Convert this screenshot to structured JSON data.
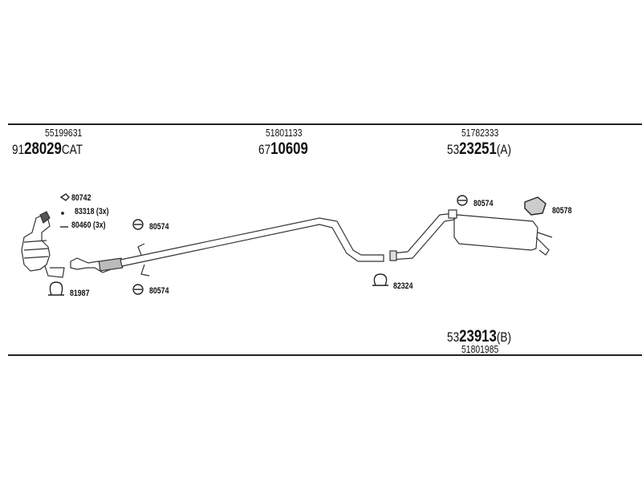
{
  "groups": {
    "front": {
      "ref": "55199631",
      "prefix": "91",
      "number": "28029",
      "suffix": "CAT"
    },
    "middle": {
      "ref": "51801133",
      "prefix": "67",
      "number": "10609",
      "suffix": ""
    },
    "rear_a": {
      "ref": "51782333",
      "prefix": "53",
      "number": "23251",
      "suffix": "(A)"
    },
    "rear_b": {
      "ref": "51801985",
      "prefix": "53",
      "number": "23913",
      "suffix": "(B)"
    }
  },
  "parts": [
    {
      "code": "80742",
      "icon": "gasket-icon"
    },
    {
      "code": "83318 (3x)",
      "icon": "bolt-icon"
    },
    {
      "code": "80460 (3x)",
      "icon": "stud-icon"
    },
    {
      "code": "80574",
      "icon": "rubber-mount-icon"
    },
    {
      "code": "81987",
      "icon": "clamp-icon"
    },
    {
      "code": "80574",
      "icon": "rubber-mount-icon"
    },
    {
      "code": "80574",
      "icon": "rubber-mount-icon"
    },
    {
      "code": "80578",
      "icon": "bracket-icon"
    },
    {
      "code": "82324",
      "icon": "clamp-icon"
    }
  ]
}
